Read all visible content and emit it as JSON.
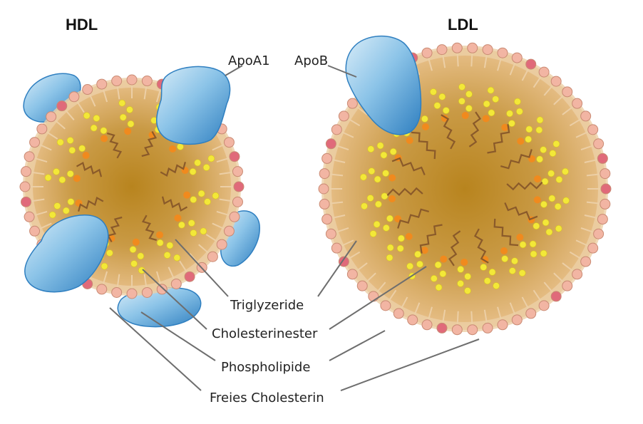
{
  "titles": {
    "hdl": "HDL",
    "ldl": "LDL"
  },
  "labels": {
    "apoa1": "ApoA1",
    "apob": "ApoB",
    "triglyzeride": "Triglyzeride",
    "cholesterinester": "Cholesterinester",
    "phospholipide": "Phospholipide",
    "freies_cholesterin": "Freies Cholesterin"
  },
  "colors": {
    "core_center": "#b8841e",
    "core_edge": "#e0b16a",
    "shell": "#eccfa6",
    "phospholipid_head": "#f2b5a3",
    "phospholipid_stroke": "#c98a73",
    "free_cholesterol": "#e06a7a",
    "tail": "#f3e838",
    "ester_head": "#f08a1e",
    "triglyceride": "#8a5a2a",
    "apoprotein": "#6cb1dd",
    "apoprotein_dark": "#2f7fc0",
    "leader_line": "#6e6e6e"
  }
}
